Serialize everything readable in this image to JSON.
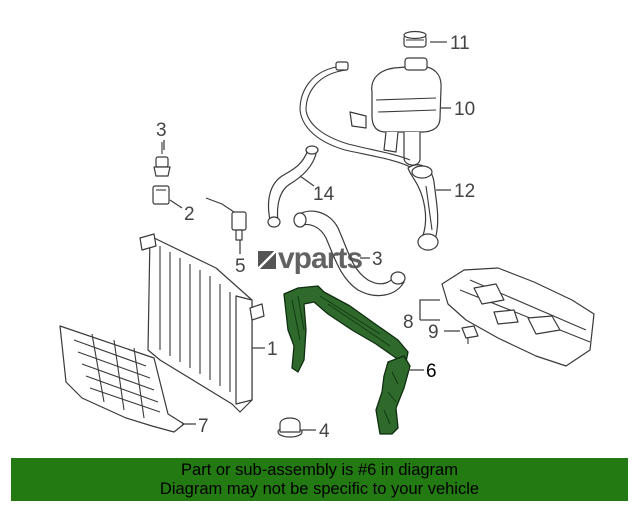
{
  "callouts": [
    {
      "id": "1",
      "label": "1"
    },
    {
      "id": "2",
      "label": "2"
    },
    {
      "id": "3",
      "label": "3"
    },
    {
      "id": "4",
      "label": "4"
    },
    {
      "id": "5",
      "label": "5"
    },
    {
      "id": "6",
      "label": "6",
      "highlighted": true
    },
    {
      "id": "7",
      "label": "7"
    },
    {
      "id": "8",
      "label": "8"
    },
    {
      "id": "9",
      "label": "9"
    },
    {
      "id": "10",
      "label": "10"
    },
    {
      "id": "11",
      "label": "11"
    },
    {
      "id": "12",
      "label": "12"
    },
    {
      "id": "13",
      "label": "3"
    },
    {
      "id": "14",
      "label": "14"
    }
  ],
  "watermark": {
    "text": "vparts",
    "icon": "vparts-logo-icon"
  },
  "banner": {
    "line1": "Part or sub-assembly is #6 in diagram",
    "line2": "Diagram may not be specific to your vehicle",
    "background": "#237a12"
  },
  "colors": {
    "highlight_part": "#2f6a2c",
    "line_art": "#3a3a3a"
  }
}
